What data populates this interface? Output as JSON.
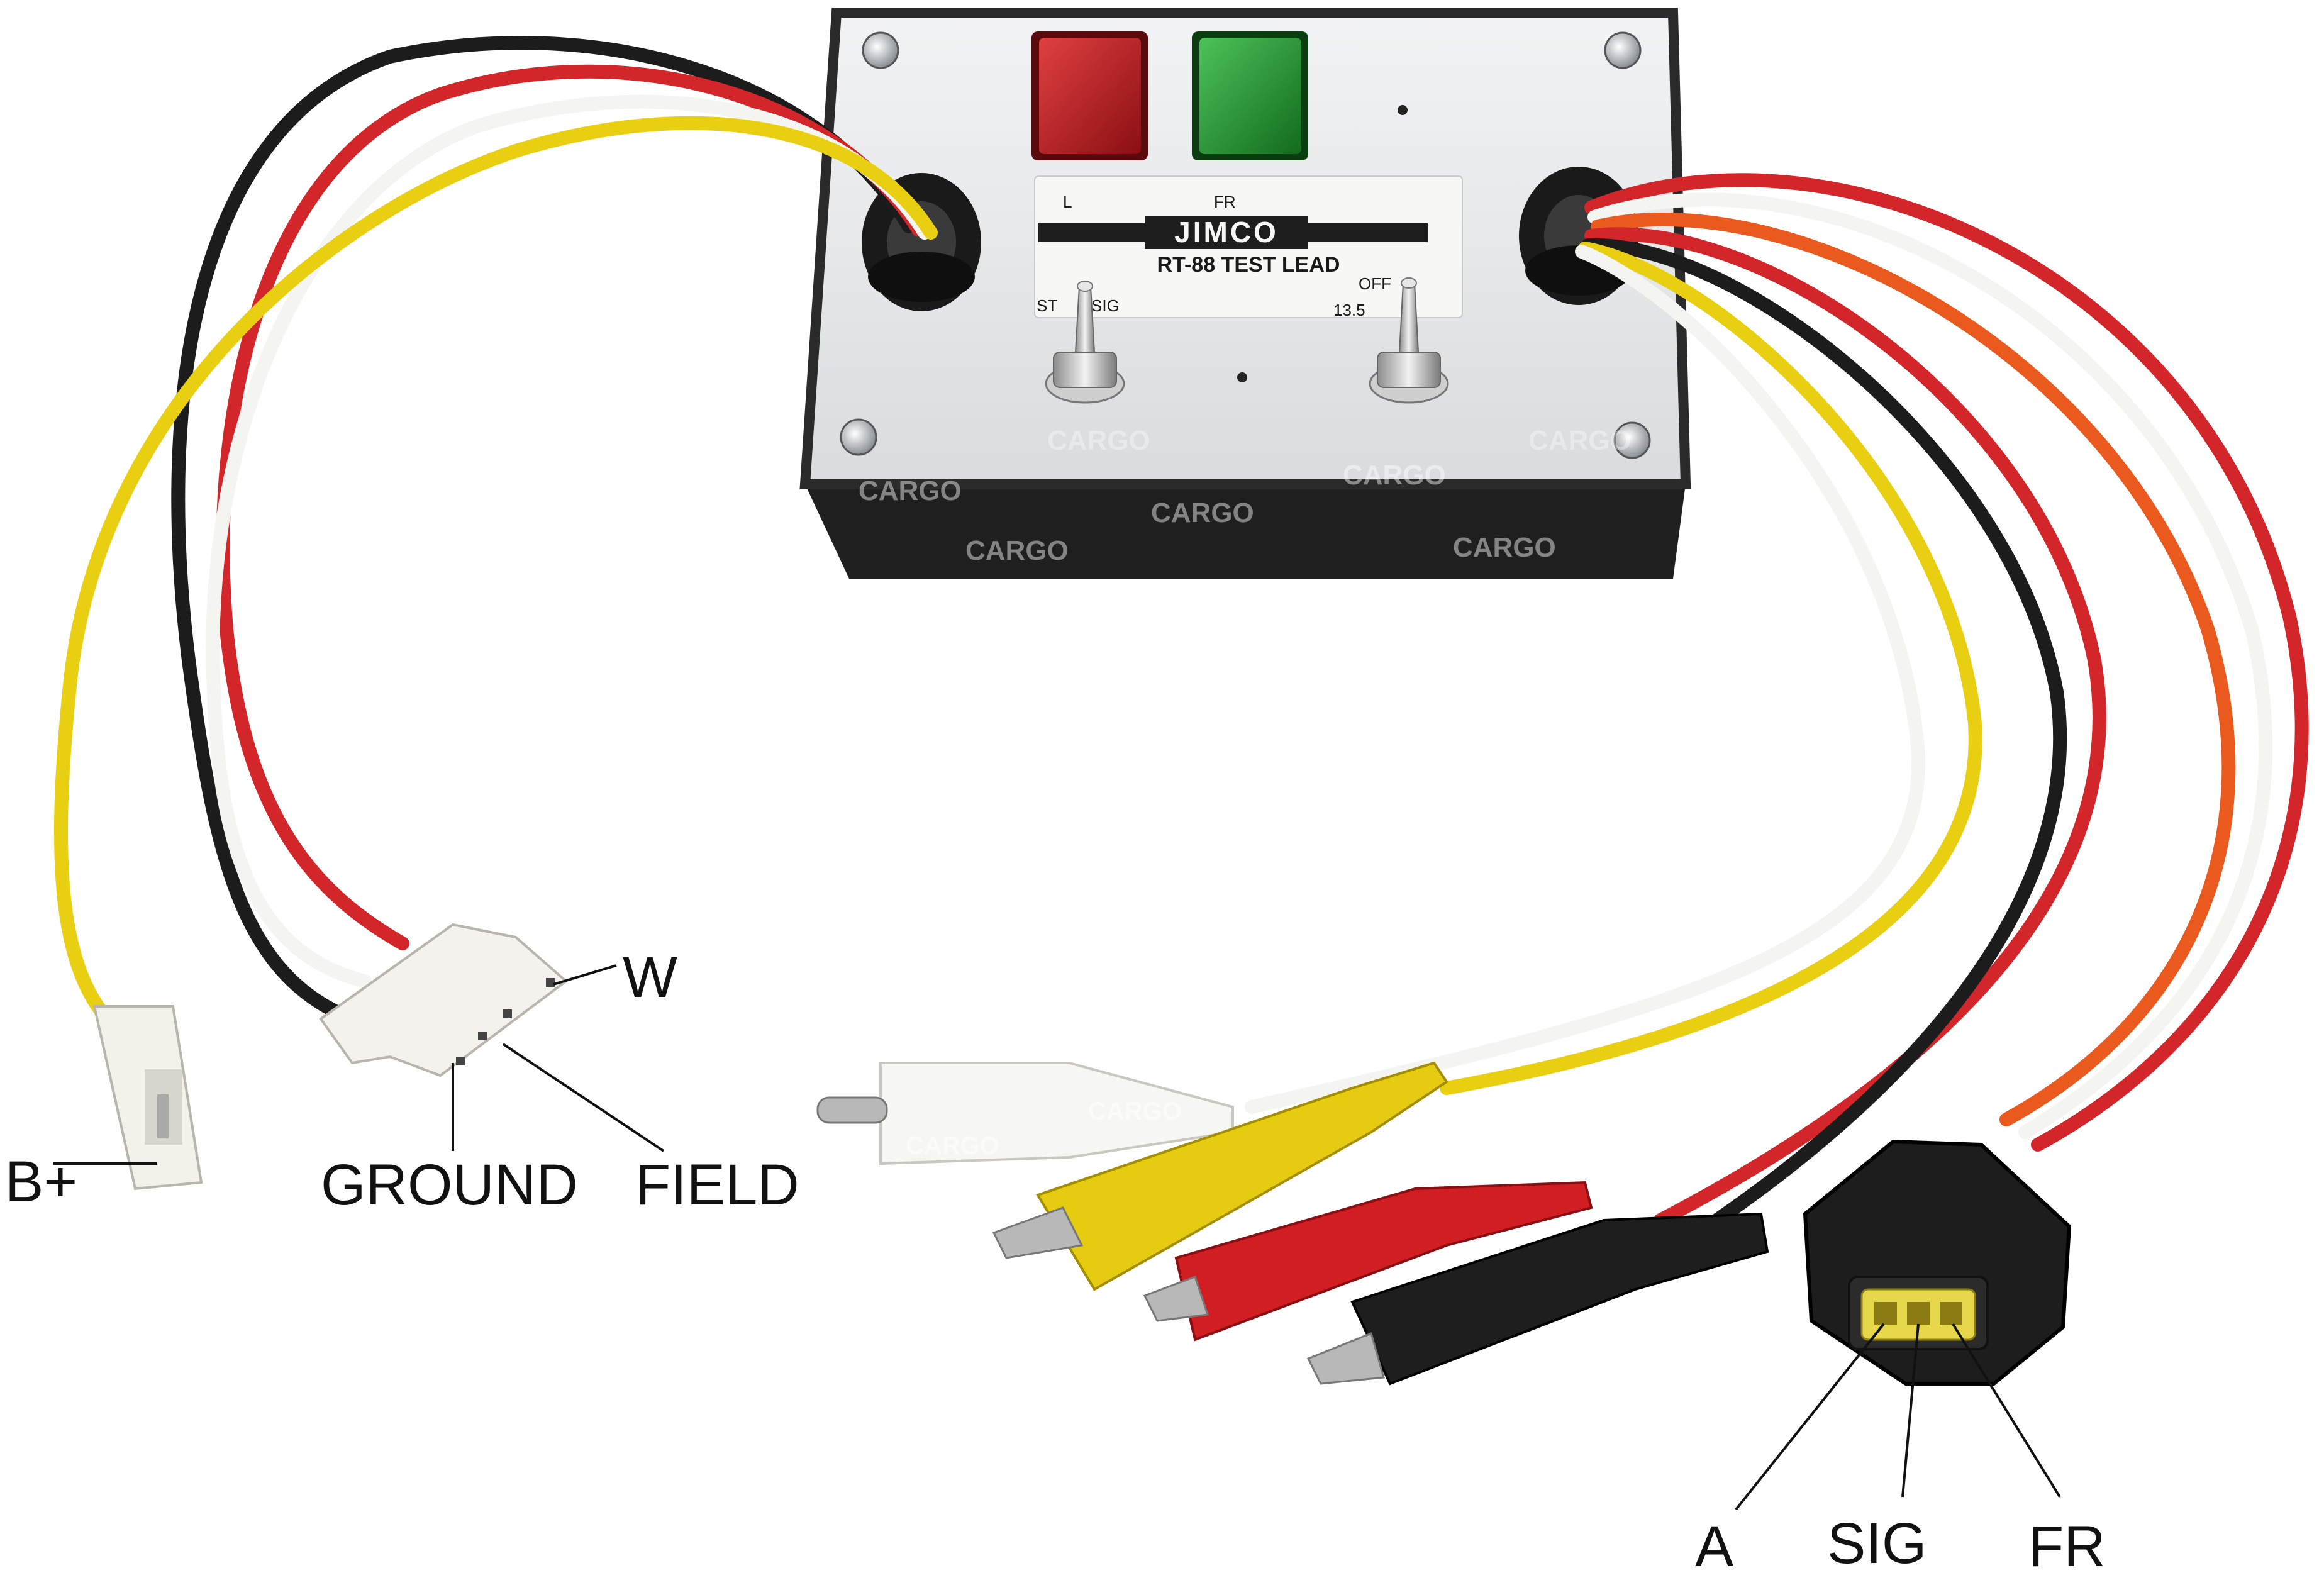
{
  "device": {
    "brand": "JIMCO",
    "model": "RT-88 TEST LEAD",
    "lamp_labels": {
      "left": "L",
      "right": "FR"
    },
    "switch_left_labels": {
      "a": "ST",
      "b": "SIG"
    },
    "switch_right_labels": {
      "a": "OFF",
      "b": "13.5"
    }
  },
  "watermark": "CARGO",
  "callouts": {
    "b_plus": "B+",
    "ground": "GROUND",
    "field": "FIELD",
    "w": "W",
    "a": "A",
    "sig": "SIG",
    "fr": "FR"
  },
  "colors": {
    "wire_red": "#d3262a",
    "wire_black": "#1c1c1c",
    "wire_white": "#f4f4f0",
    "wire_yellow": "#e8cf12",
    "wire_orange": "#ea5a1e",
    "lamp_red": "#b3161a",
    "lamp_green": "#1f8f2a",
    "panel": "#e9ebec",
    "box": "#2a2a2a"
  }
}
